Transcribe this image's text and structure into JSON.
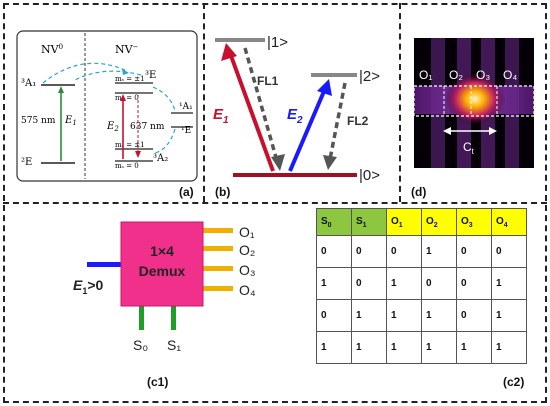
{
  "panel_a": {
    "label": "(a)",
    "nv0": "NV",
    "nv0_sup": "0",
    "nvm": "NV",
    "nvm_sup": "−",
    "level_3A1": "³A₁",
    "level_2E": "²E",
    "level_3E": "³E",
    "level_1A1": "¹A₁",
    "level_1E": "¹E",
    "level_3A2": "³A₂",
    "ms_pm1_top": "mₛ = ±1",
    "ms_0_top": "mₛ = 0",
    "ms_pm1_bot": "mₛ = ±1",
    "ms_0_bot": "mₛ = 0",
    "nm575": "575 nm",
    "nm637": "637 nm",
    "e1": "E₁",
    "e2": "E₂"
  },
  "panel_b": {
    "label": "(b)",
    "ket1": "|1>",
    "ket2": "|2>",
    "ket0": "|0>",
    "fl1": "FL1",
    "fl2": "FL2",
    "e1": "E",
    "e1_sub": "1",
    "e2": "E",
    "e2_sub": "2"
  },
  "panel_d": {
    "label": "(d)",
    "o1": "O₁",
    "o2": "O₂",
    "o3": "O₃",
    "o4": "O₄",
    "ct": "C",
    "ct_sub": "t"
  },
  "panel_c1": {
    "label": "(c1)",
    "box_line1": "1×4",
    "box_line2": "Demux",
    "input_label": "E₁>0",
    "outputs": [
      "O₁",
      "O₂",
      "O₃",
      "O₄"
    ],
    "selects": [
      "S₀",
      "S₁"
    ]
  },
  "panel_c2": {
    "label": "(c2)",
    "headers": [
      "S₀",
      "S₁",
      "O₁",
      "O₂",
      "O₃",
      "O₄"
    ],
    "rows": [
      [
        "0",
        "0",
        "0",
        "1",
        "0",
        "0"
      ],
      [
        "1",
        "0",
        "1",
        "0",
        "0",
        "1"
      ],
      [
        "0",
        "1",
        "1",
        "1",
        "0",
        "1"
      ],
      [
        "1",
        "1",
        "1",
        "1",
        "1",
        "1"
      ]
    ]
  },
  "colors": {
    "e1_arrow": "#c8102e",
    "e2_arrow": "#1a1aff",
    "ground": "#a01020",
    "demux": "#f0308a",
    "output_wire": "#f0b000",
    "select_wire": "#1f9e2a",
    "hdr_green": "#8dc63f",
    "hdr_yellow": "#ffff00"
  }
}
